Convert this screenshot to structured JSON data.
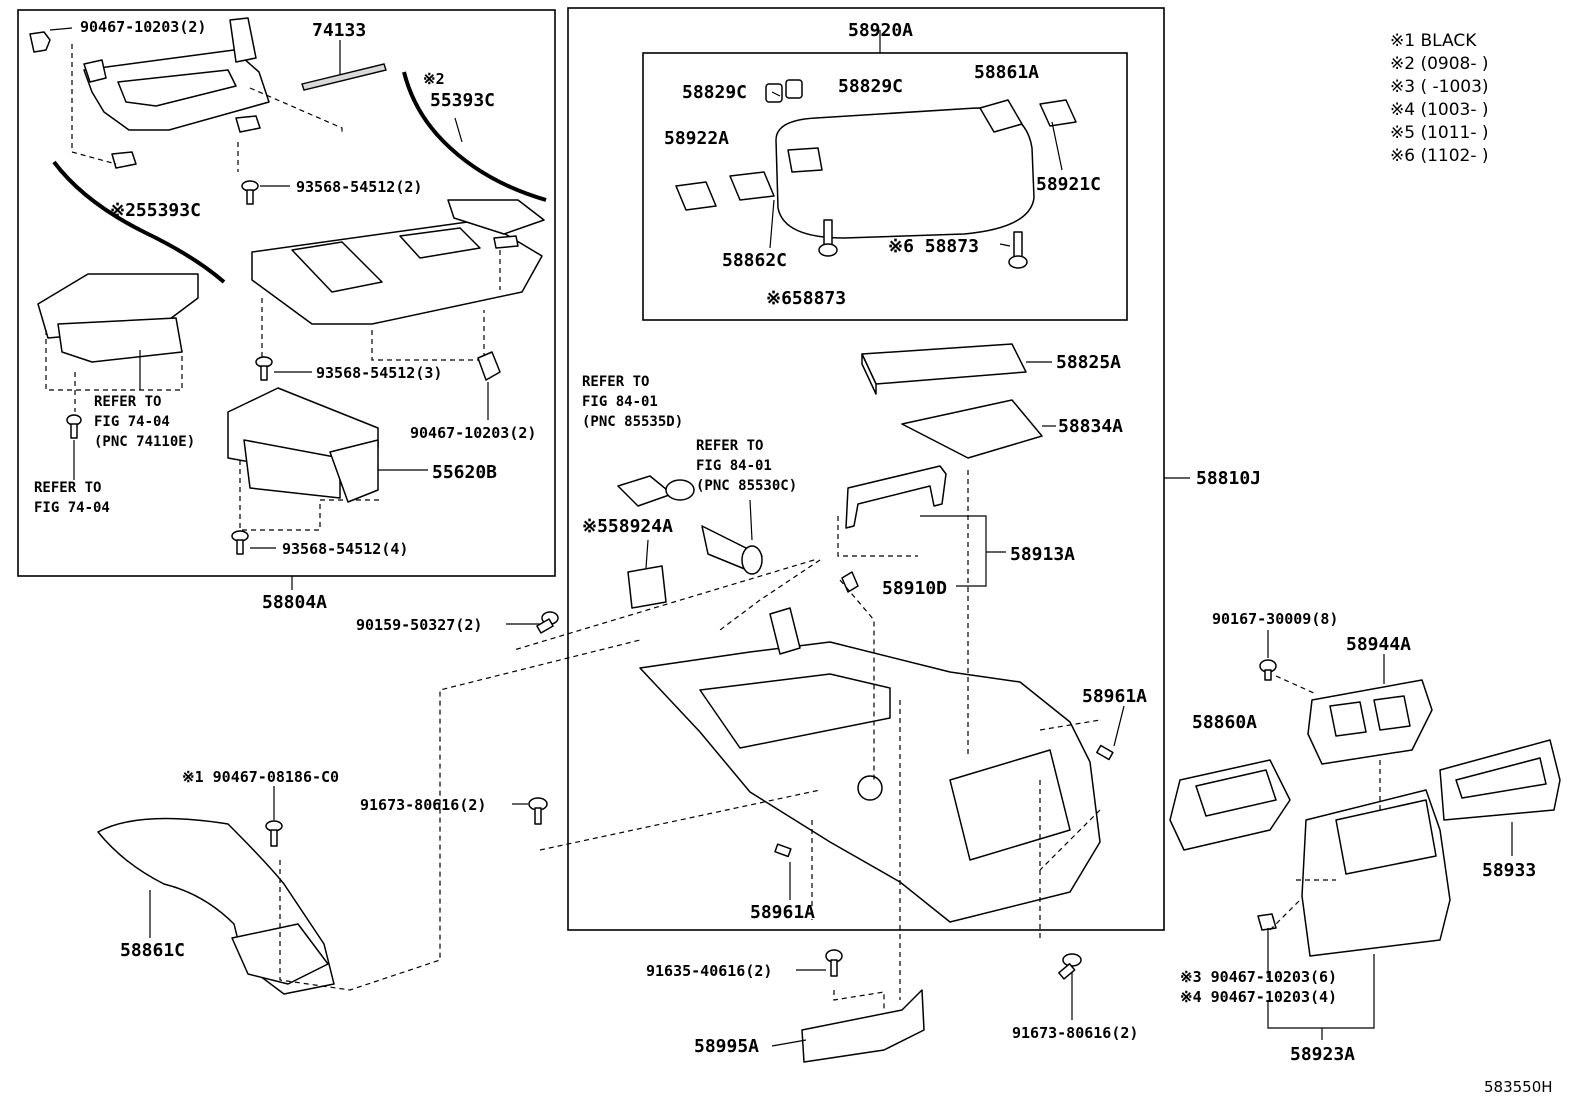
{
  "notes": {
    "n1": "※1 BLACK",
    "n2": "※2 (0908-    )",
    "n3": "※3 (    -1003)",
    "n4": "※4 (1003-    )",
    "n5": "※5 (1011-    )",
    "n6": "※6 (1102-    )"
  },
  "group_left": {
    "assembly": "58804A",
    "clip_top": "90467-10203(2)",
    "p74133": "74133",
    "p55393c_note": "※2",
    "p55393c": "55393C",
    "p55393c_left": "※255393C",
    "screw1": "93568-54512(2)",
    "screw2": "93568-54512(3)",
    "screw3": "93568-54512(4)",
    "clip_right": "90467-10203(2)",
    "p55620b": "55620B",
    "ref1": [
      "REFER TO",
      "FIG 74-04",
      "(PNC 74110E)"
    ],
    "ref2": [
      "REFER TO",
      "FIG 74-04"
    ]
  },
  "group_center": {
    "assembly": "58810J",
    "lid_assy": "58920A",
    "p58829c_a": "58829C",
    "p58829c_b": "58829C",
    "p58861a": "58861A",
    "p58922a": "58922A",
    "p58921c": "58921C",
    "p58862c": "58862C",
    "p58873_a": "※658873",
    "p58873_b": "※6 58873",
    "p58825a": "58825A",
    "p58834a": "58834A",
    "ref3": [
      "REFER TO",
      "FIG 84-01",
      "(PNC 85535D)"
    ],
    "ref4": [
      "REFER TO",
      "FIG 84-01",
      "(PNC 85530C)"
    ],
    "p58924a": "※558924A",
    "p58913a": "58913A",
    "p58910d": "58910D",
    "p58961a_top": "58961A",
    "p58961a_bottom": "58961A"
  },
  "outer": {
    "screw_90159": "90159-50327(2)",
    "clip_90467_08186": "※1 90467-08186-C0",
    "screw_91673_left": "91673-80616(2)",
    "p58861c": "58861C",
    "screw_91635": "91635-40616(2)",
    "p58995a": "58995A",
    "screw_91673_bottom": "91673-80616(2)",
    "screw_90167": "90167-30009(8)",
    "p58944a": "58944A",
    "p58860a": "58860A",
    "p58933": "58933",
    "clip_90467_a": "※3 90467-10203(6)",
    "clip_90467_b": "※4 90467-10203(4)",
    "p58923a": "58923A",
    "illustration_id": "583550H"
  }
}
